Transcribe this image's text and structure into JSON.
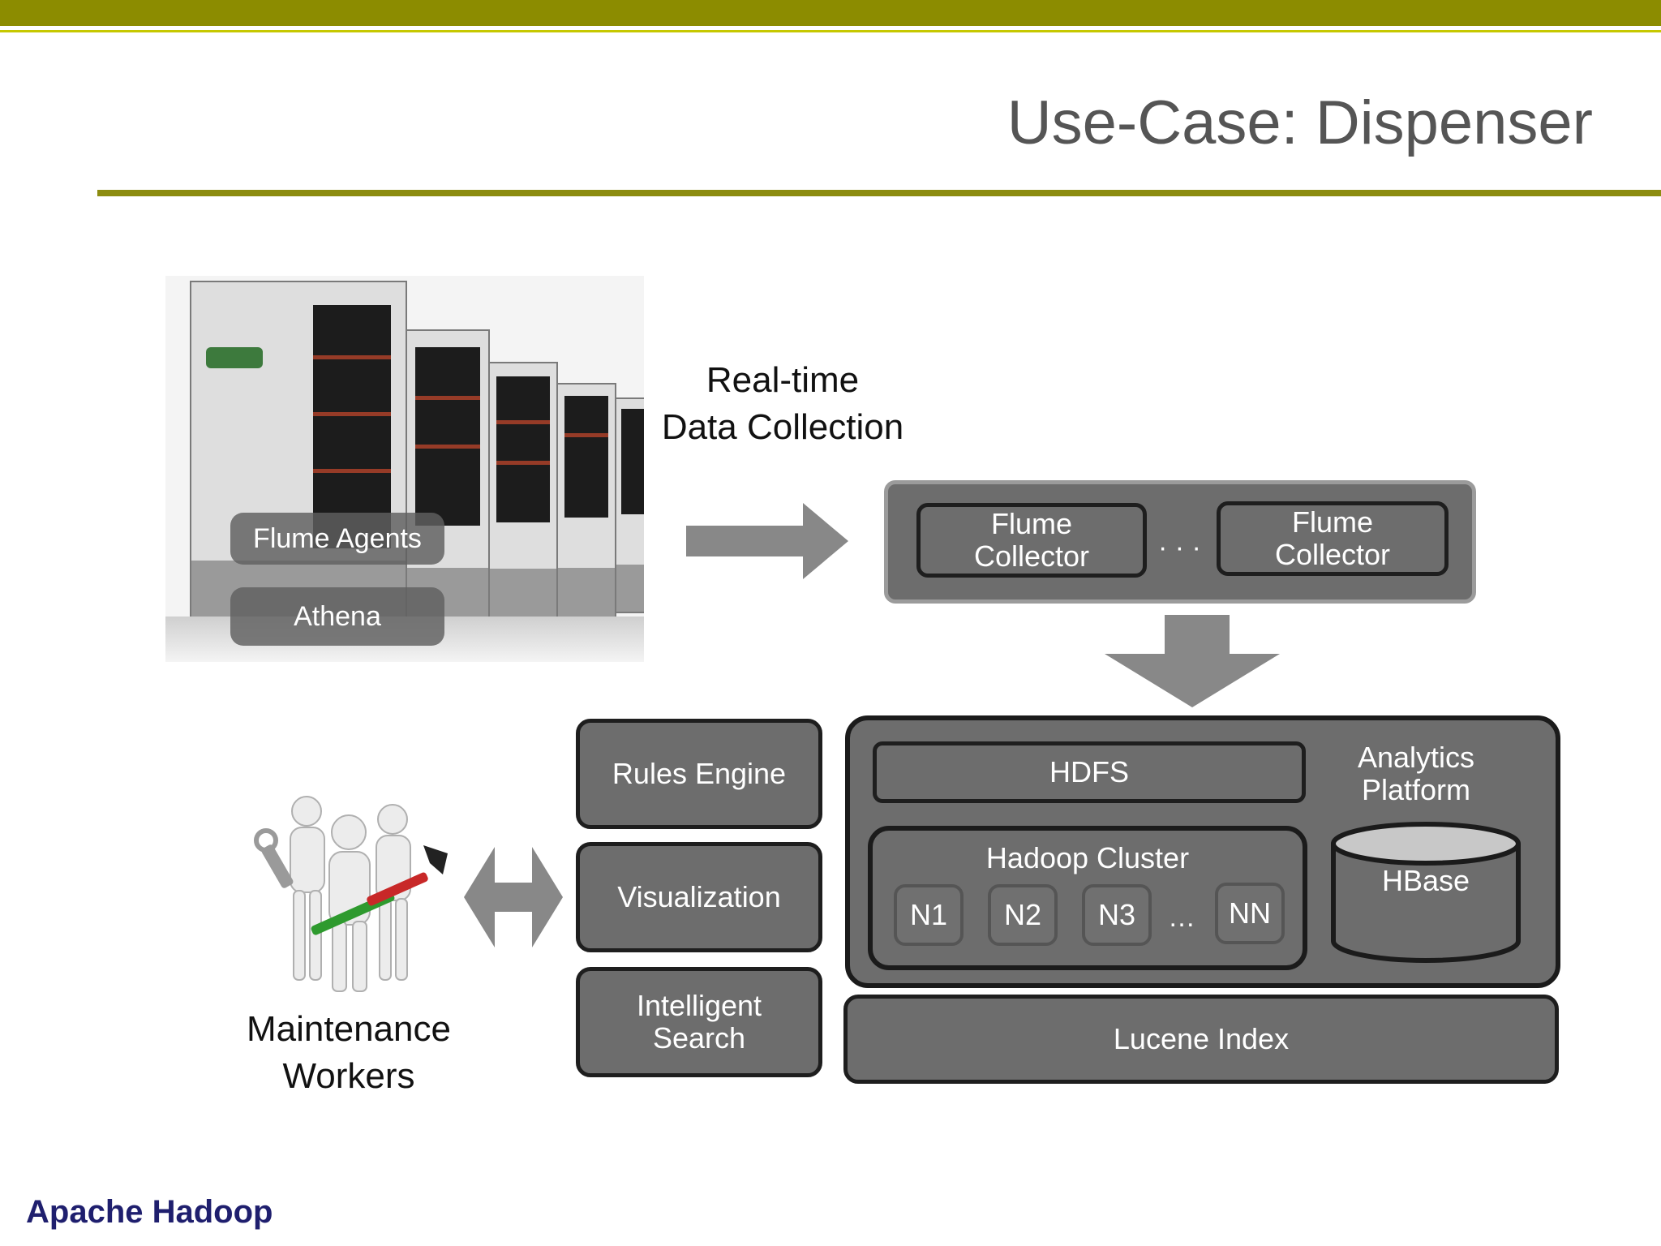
{
  "slide": {
    "title": "Use-Case: Dispenser",
    "footer": "Apache Hadoop"
  },
  "photo": {
    "tag_agents": "Flume Agents",
    "tag_athena": "Athena"
  },
  "caption_collection": {
    "line1": "Real-time",
    "line2": "Data Collection"
  },
  "collectors": {
    "left_line1": "Flume",
    "left_line2": "Collector",
    "ellipsis": "· · ·",
    "right_line1": "Flume",
    "right_line2": "Collector"
  },
  "platform": {
    "hdfs": "HDFS",
    "analytics_line1": "Analytics",
    "analytics_line2": "Platform",
    "cluster_title": "Hadoop Cluster",
    "nodes": [
      "N1",
      "N2",
      "N3",
      "NN"
    ],
    "nodes_ellipsis": "…",
    "hbase": "HBase",
    "lucene": "Lucene Index"
  },
  "services": {
    "rules": "Rules Engine",
    "visualization": "Visualization",
    "search_line1": "Intelligent",
    "search_line2": "Search"
  },
  "workers": {
    "line1": "Maintenance",
    "line2": "Workers"
  },
  "colors": {
    "accent_bar": "#8c8c00",
    "accent_line": "#c6c800",
    "box_fill": "#6d6d6d",
    "footer_text": "#1f1f6e"
  }
}
